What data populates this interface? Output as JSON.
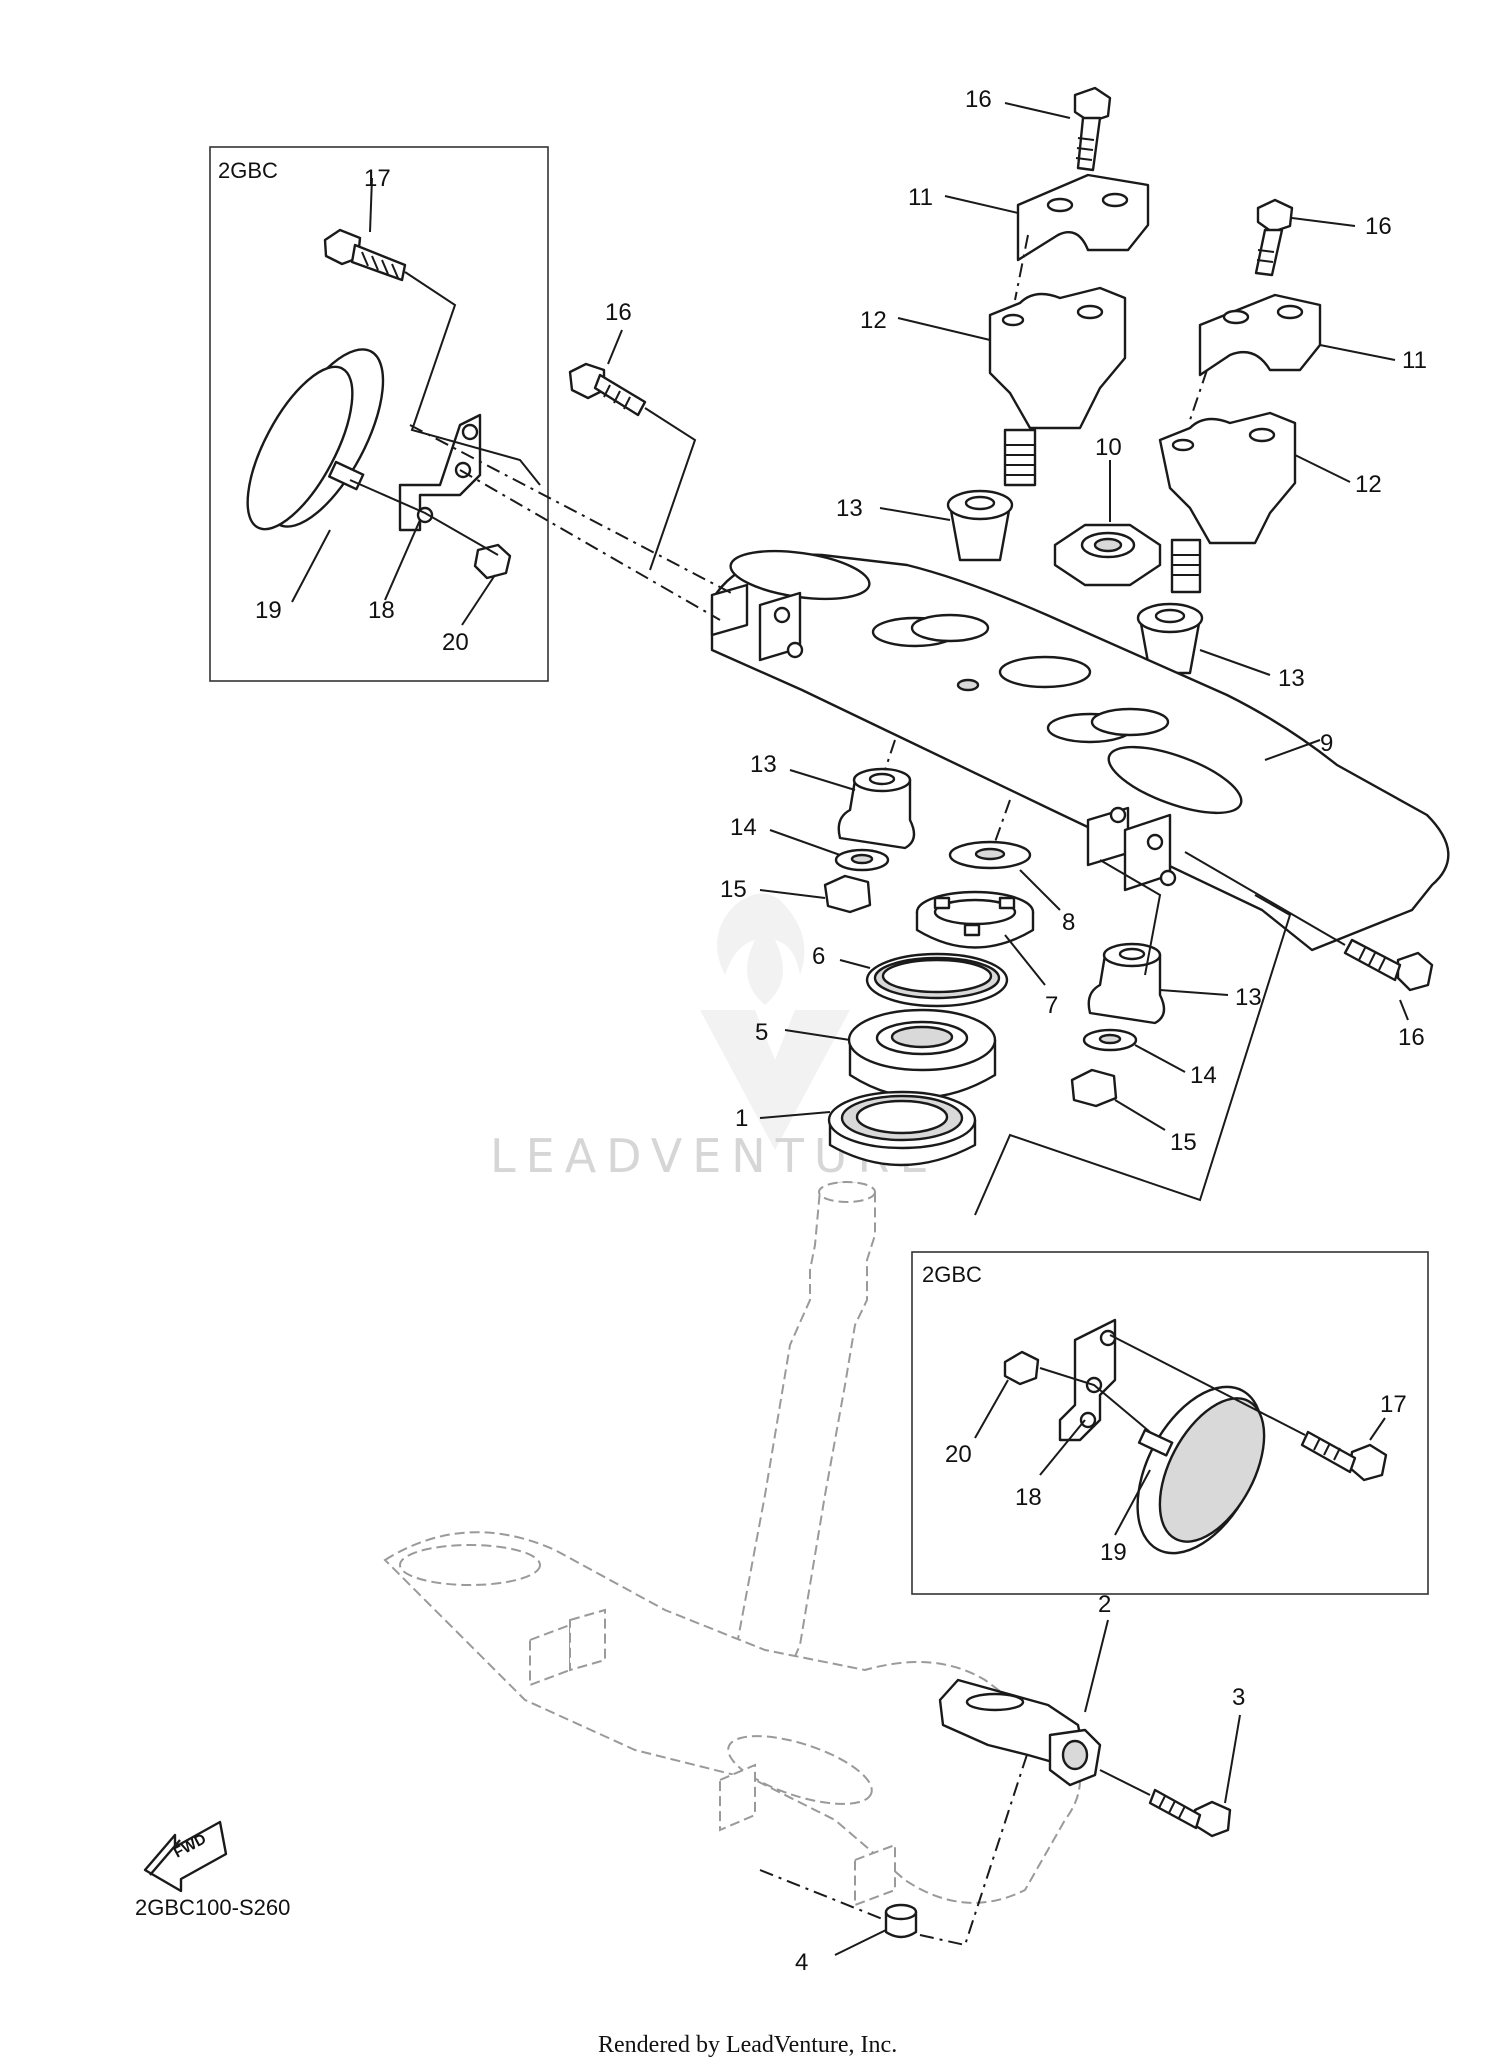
{
  "diagram_code": "2GBC100-S260",
  "footer": "Rendered by LeadVenture, Inc.",
  "watermark": "LEADVENTURE",
  "fwd_label": "FWD",
  "insets": {
    "top_left_label": "2GBC",
    "bottom_right_label": "2GBC"
  },
  "callouts": {
    "c1": "1",
    "c2": "2",
    "c3": "3",
    "c4": "4",
    "c5": "5",
    "c6": "6",
    "c7": "7",
    "c8": "8",
    "c9": "9",
    "c10": "10",
    "c11a": "11",
    "c11b": "11",
    "c12a": "12",
    "c12b": "12",
    "c13a": "13",
    "c13b": "13",
    "c13c": "13",
    "c13d": "13",
    "c14a": "14",
    "c14b": "14",
    "c15a": "15",
    "c15b": "15",
    "c16a": "16",
    "c16b": "16",
    "c16c": "16",
    "c16d": "16",
    "c17a": "17",
    "c17b": "17",
    "c18a": "18",
    "c18b": "18",
    "c19a": "19",
    "c19b": "19",
    "c20a": "20",
    "c20b": "20"
  }
}
